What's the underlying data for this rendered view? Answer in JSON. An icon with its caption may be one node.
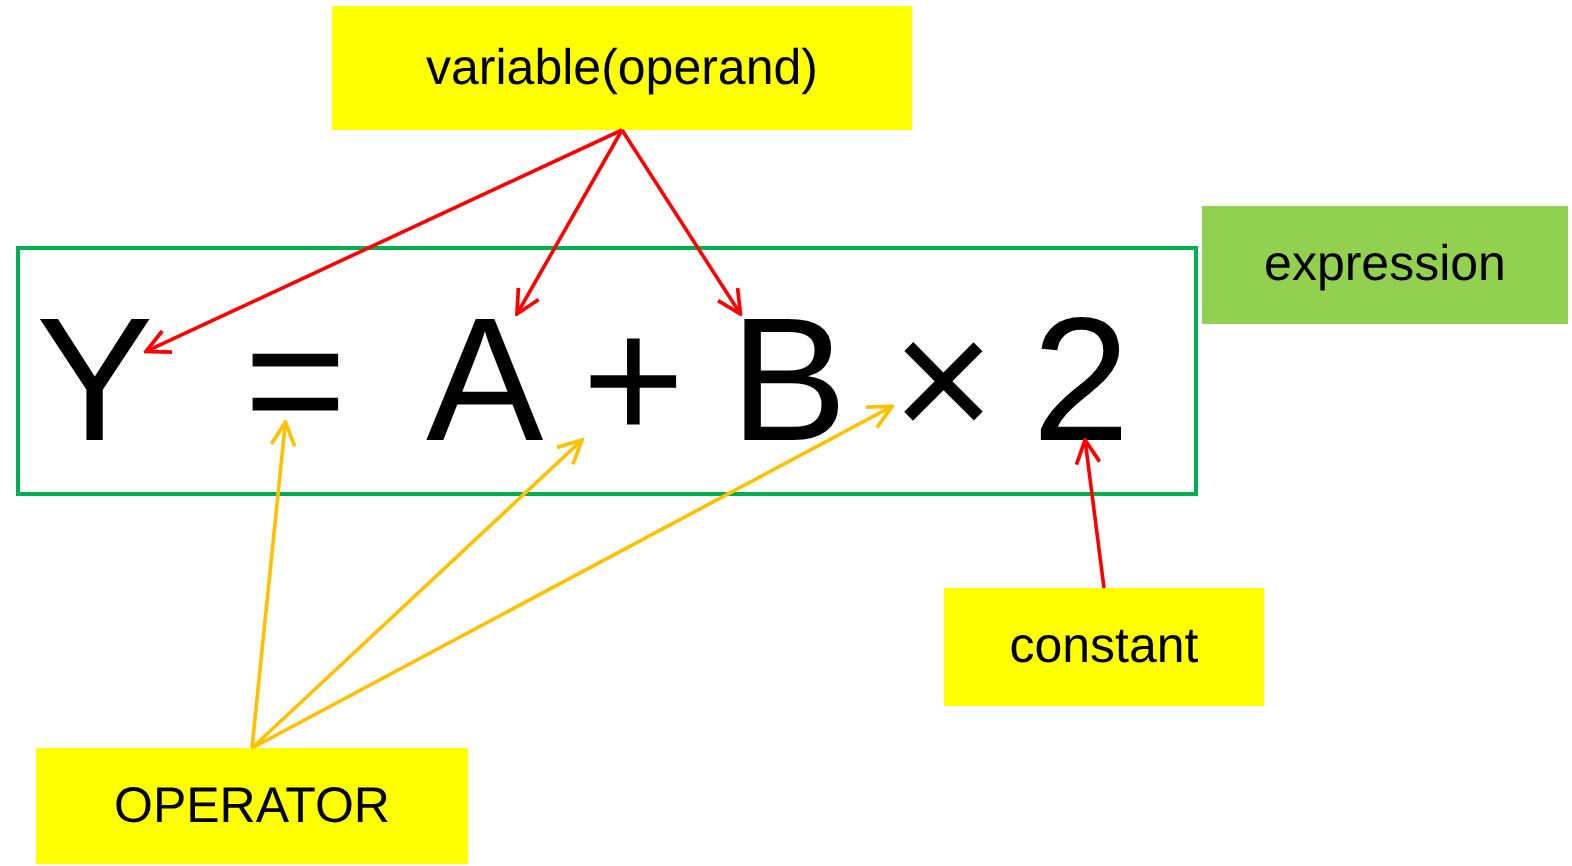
{
  "diagram": {
    "nodes": [
      {
        "text": [
          "variable(operand)"
        ]
      },
      {
        "text": [
          "expression"
        ]
      },
      {
        "text": [
          "Y"
        ],
        "in": 1
      },
      {
        "text": [
          "="
        ],
        "in": 1
      },
      {
        "text": [
          "A"
        ],
        "in": 1
      },
      {
        "text": [
          "+"
        ],
        "in": 1
      },
      {
        "text": [
          "B"
        ],
        "in": 1
      },
      {
        "text": [
          "×"
        ],
        "in": 1
      },
      {
        "text": [
          "2"
        ],
        "in": 1
      },
      {
        "text": [
          "constant"
        ]
      },
      {
        "text": [
          "OPERATOR"
        ]
      }
    ],
    "edges": [
      {
        "from": 0,
        "to": 2,
        "arrow": "to"
      },
      {
        "from": 0,
        "to": 4,
        "arrow": "to"
      },
      {
        "from": 0,
        "to": 6,
        "arrow": "to"
      },
      {
        "from": 9,
        "to": 8,
        "arrow": "to"
      },
      {
        "from": 10,
        "to": 3,
        "arrow": "to",
        "color": "#ffc000"
      },
      {
        "from": 10,
        "to": 5,
        "arrow": "to",
        "color": "#ffc000"
      },
      {
        "from": 10,
        "to": 7,
        "arrow": "to",
        "color": "#ffc000"
      }
    ]
  }
}
